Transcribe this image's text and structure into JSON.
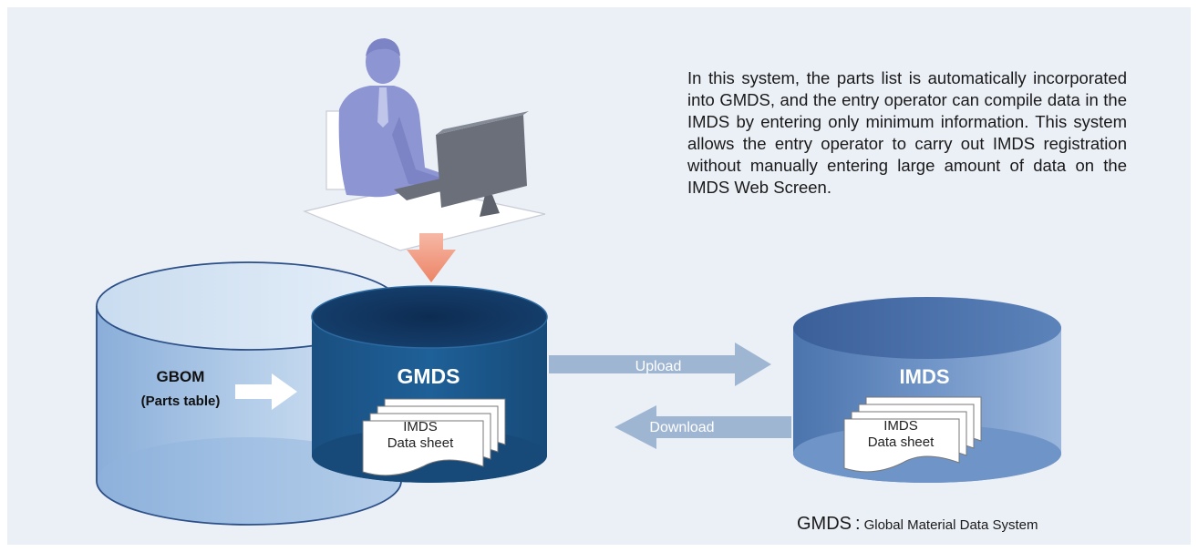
{
  "description": "In this system, the parts list is automatically incorporated into GMDS, and the entry operator can compile data in the IMDS by entering only minimum information. This system allows the entry operator to carry out IMDS registration without manually entering large amount of data on the IMDS Web Screen.",
  "gbom": {
    "title": "GBOM",
    "subtitle": "(Parts table)"
  },
  "gmds": {
    "title": "GMDS",
    "sheet_line1": "IMDS",
    "sheet_line2": "Data sheet"
  },
  "imds": {
    "title": "IMDS",
    "sheet_line1": "IMDS",
    "sheet_line2": "Data sheet"
  },
  "arrows": {
    "upload": "Upload",
    "download": "Download"
  },
  "footnote": {
    "abbr": "GMDS",
    "separator": ":",
    "full": "Global Material Data System"
  },
  "icons": [
    "operator-at-computer-icon",
    "down-arrow-icon",
    "right-arrow-icon",
    "document-stack-icon"
  ],
  "colors": {
    "background": "#ebeff6",
    "gmds_cylinder": "#1c5a8c",
    "imds_cylinder": "#5d83bb",
    "transfer_arrow": "#9fb6d3",
    "operator_arrow": "#f0947c",
    "person": "#8d95d3"
  }
}
